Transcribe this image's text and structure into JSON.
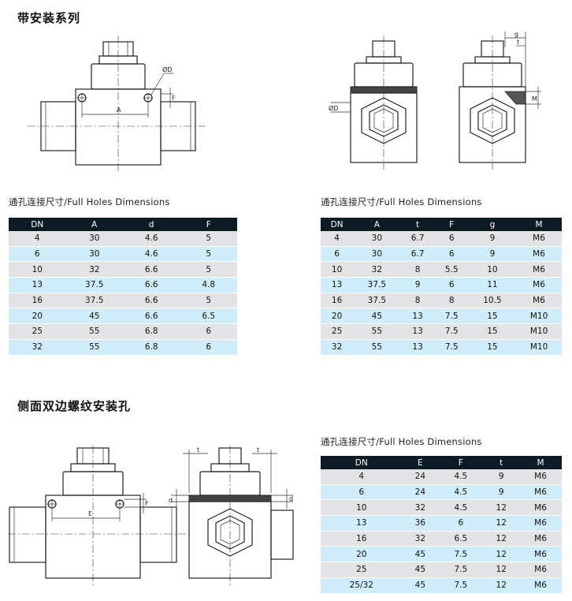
{
  "section1": {
    "title": "带安装系列",
    "drawing_left": {
      "label_A": "A",
      "label_F": "F",
      "label_phiD": "ØD"
    },
    "drawing_right": {
      "label_phiD": "ØD",
      "label_g": "g",
      "label_t": "t",
      "label_M": "M"
    },
    "table_left": {
      "caption": "通孔连接尺寸/Full Holes Dimensions",
      "headers": [
        "DN",
        "A",
        "d",
        "F"
      ],
      "rows": [
        [
          "4",
          "30",
          "4.6",
          "5"
        ],
        [
          "6",
          "30",
          "4.6",
          "5"
        ],
        [
          "10",
          "32",
          "6.6",
          "5"
        ],
        [
          "13",
          "37.5",
          "6.6",
          "4.8"
        ],
        [
          "16",
          "37.5",
          "6.6",
          "5"
        ],
        [
          "20",
          "45",
          "6.6",
          "6.5"
        ],
        [
          "25",
          "55",
          "6.8",
          "6"
        ],
        [
          "32",
          "55",
          "6.8",
          "6"
        ]
      ]
    },
    "table_right": {
      "caption": "通孔连接尺寸/Full Holes Dimensions",
      "headers": [
        "DN",
        "A",
        "t",
        "F",
        "g",
        "M"
      ],
      "rows": [
        [
          "4",
          "30",
          "6.7",
          "6",
          "9",
          "M6"
        ],
        [
          "6",
          "30",
          "6.7",
          "6",
          "9",
          "M6"
        ],
        [
          "10",
          "32",
          "8",
          "5.5",
          "10",
          "M6"
        ],
        [
          "13",
          "37.5",
          "9",
          "6",
          "11",
          "M6"
        ],
        [
          "16",
          "37.5",
          "8",
          "8",
          "10.5",
          "M6"
        ],
        [
          "20",
          "45",
          "13",
          "7.5",
          "15",
          "M10"
        ],
        [
          "25",
          "55",
          "13",
          "7.5",
          "15",
          "M10"
        ],
        [
          "32",
          "55",
          "13",
          "7.5",
          "15",
          "M10"
        ]
      ]
    }
  },
  "section2": {
    "title": "侧面双边螺纹安装孔",
    "drawing_left": {
      "label_E": "E",
      "label_F": "F"
    },
    "drawing_right": {
      "label_t_left": "t",
      "label_t_right": "t",
      "label_d_left": "d",
      "label_d_right": "d"
    },
    "table": {
      "caption": "通孔连接尺寸/Full Holes Dimensions",
      "headers": [
        "DN",
        "E",
        "F",
        "t",
        "M"
      ],
      "rows": [
        [
          "4",
          "24",
          "4.5",
          "9",
          "M6"
        ],
        [
          "6",
          "24",
          "4.5",
          "9",
          "M6"
        ],
        [
          "10",
          "32",
          "4.5",
          "12",
          "M6"
        ],
        [
          "13",
          "36",
          "6",
          "12",
          "M6"
        ],
        [
          "16",
          "32",
          "6.5",
          "12",
          "M6"
        ],
        [
          "20",
          "45",
          "7.5",
          "12",
          "M6"
        ],
        [
          "25",
          "45",
          "7.5",
          "12",
          "M6"
        ],
        [
          "25/32",
          "45",
          "7.5",
          "12",
          "M6"
        ]
      ]
    }
  }
}
